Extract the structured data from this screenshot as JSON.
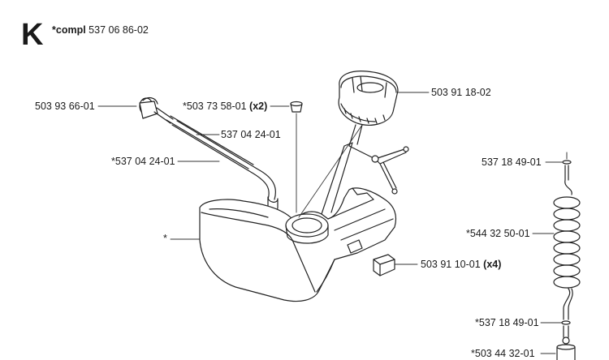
{
  "section": {
    "letter": "K",
    "compl_prefix": "*compl",
    "compl_number": "537 06 86-02"
  },
  "parts": [
    {
      "id": "p1",
      "number": "503 93 66-01",
      "qty": ""
    },
    {
      "id": "p2",
      "number": "*503 73 58-01",
      "qty": "(x2)"
    },
    {
      "id": "p3",
      "number": "503 91 18-02",
      "qty": ""
    },
    {
      "id": "p4",
      "number": "537 04 24-01",
      "qty": ""
    },
    {
      "id": "p5",
      "number": "*537 04 24-01",
      "qty": ""
    },
    {
      "id": "p6",
      "number": "*",
      "qty": ""
    },
    {
      "id": "p7",
      "number": "503 91 10-01",
      "qty": "(x4)"
    },
    {
      "id": "p8",
      "number": "537 18 49-01",
      "qty": ""
    },
    {
      "id": "p9",
      "number": "*544 32 50-01",
      "qty": ""
    },
    {
      "id": "p10",
      "number": "*537 18 49-01",
      "qty": ""
    },
    {
      "id": "p11",
      "number": "*503 44 32-01",
      "qty": ""
    }
  ]
}
